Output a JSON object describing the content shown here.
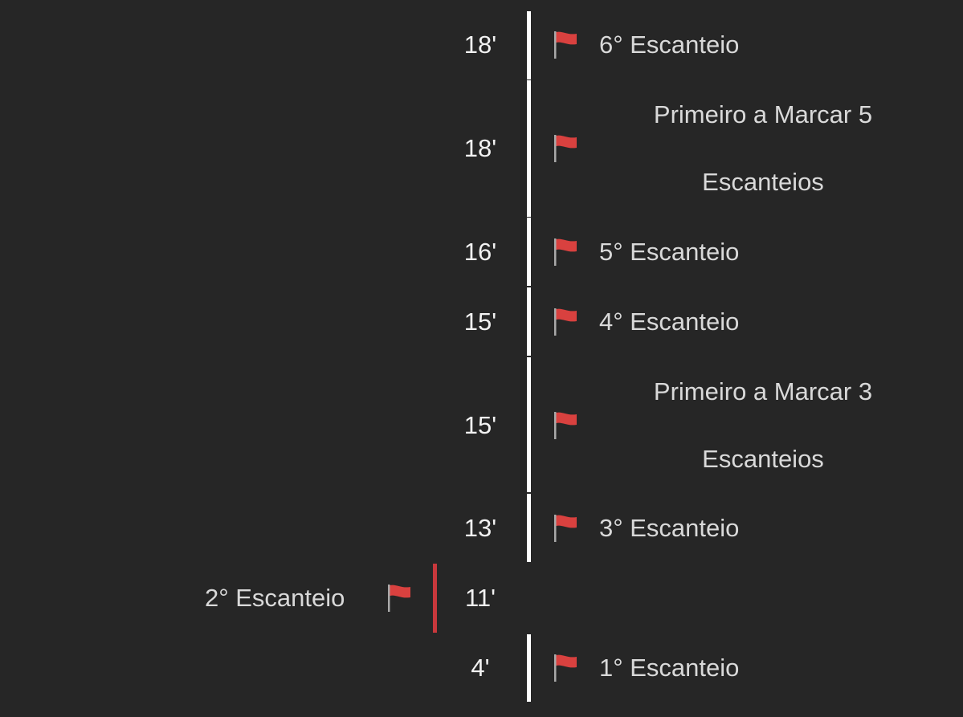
{
  "timeline": {
    "flag_color": "#d9413f",
    "home_bar_color": "#ffffff",
    "away_bar_color": "#c8383c",
    "events": [
      {
        "minute": "18'",
        "side": "home",
        "label": "6° Escanteio"
      },
      {
        "minute": "18'",
        "side": "home",
        "label": "Primeiro a Marcar 5 Escanteios"
      },
      {
        "minute": "16'",
        "side": "home",
        "label": "5° Escanteio"
      },
      {
        "minute": "15'",
        "side": "home",
        "label": "4° Escanteio"
      },
      {
        "minute": "15'",
        "side": "home",
        "label": "Primeiro a Marcar 3 Escanteios"
      },
      {
        "minute": "13'",
        "side": "home",
        "label": "3° Escanteio"
      },
      {
        "minute": "11'",
        "side": "away",
        "label": "2° Escanteio"
      },
      {
        "minute": "4'",
        "side": "home",
        "label": "1° Escanteio"
      }
    ]
  }
}
